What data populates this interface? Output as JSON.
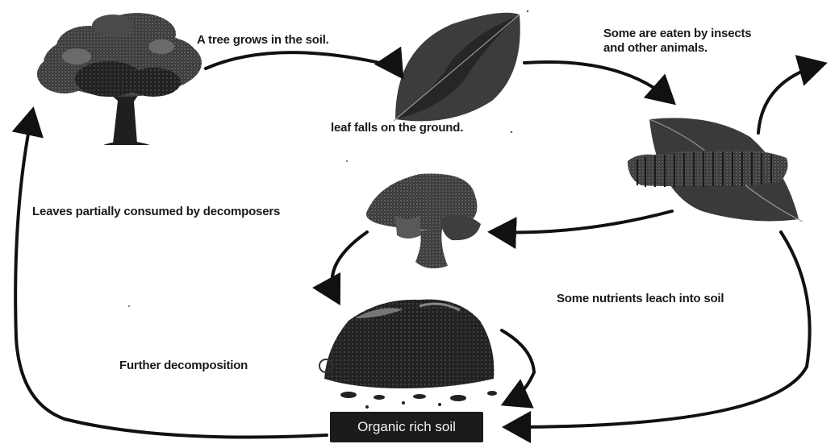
{
  "labels": {
    "tree_grows": "A tree grows in the soil.",
    "leaf_falls": "leaf falls on the ground.",
    "eaten": "Some are eaten by insects\nand other animals.",
    "decomposers": "Leaves partially consumed by decomposers",
    "leach": "Some nutrients leach into soil",
    "further": "Further decomposition",
    "soil_box": "Organic rich soil"
  },
  "icons": {
    "tree": "tree-icon",
    "leaf": "leaf-icon",
    "eaten_leaf": "caterpillar-on-leaf-icon",
    "mushroom": "mushroom-icon",
    "decomposed_pile": "decomposed-matter-icon"
  },
  "colors": {
    "ink": "#1a1a1a",
    "soil_box_bg": "#1b1b1b",
    "soil_box_text": "#f2f2f2"
  }
}
